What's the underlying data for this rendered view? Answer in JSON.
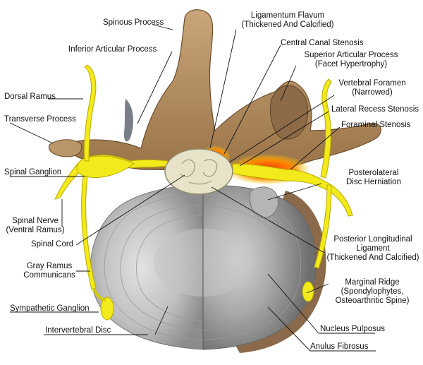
{
  "labels": {
    "spinous_process": "Spinous Process",
    "ligamentum_flavum": [
      "Ligamentum Flavum",
      "(Thickened And Calcified)"
    ],
    "inferior_articular_process": "Inferior Articular Process",
    "central_canal_stenosis": "Central Canal Stenosis",
    "superior_articular_process": [
      "Superior Articular Process",
      "(Facet Hypertrophy)"
    ],
    "dorsal_ramus": "Dorsal Ramus",
    "vertebral_foramen": [
      "Vertebral Foramen",
      "(Narrowed)"
    ],
    "transverse_process": "Transverse Process",
    "lateral_recess_stenosis": "Lateral Recess Stenosis",
    "foraminal_stenosis": "Foraminal Stenosis",
    "spinal_ganglion": "Spinal Ganglion",
    "posterolateral_disc_herniation": [
      "Posterolateral",
      "Disc Herniation"
    ],
    "spinal_nerve": [
      "Spinal Nerve",
      "(Ventral Ramus)"
    ],
    "posterior_longitudinal_ligament": [
      "Posterior Longitudinal",
      "Ligament",
      "(Thickened And Calcified)"
    ],
    "spinal_cord": "Spinal Cord",
    "gray_ramus_communicans": [
      "Gray Ramus",
      "Communicans"
    ],
    "marginal_ridge": [
      "Marginal Ridge",
      "(Spondylophytes,",
      "Osteoarthritic Spine)"
    ],
    "sympathetic_ganglion": "Sympathetic Ganglion",
    "intervertebral_disc": "Intervertebral Disc",
    "nucleus_pulposus": "Nucleus Pulposus",
    "anulus_fibrosus": "Anulus Fibrosus"
  },
  "colors": {
    "bone": "#b08a5c",
    "bone_dark": "#7a5a36",
    "osteophyte": "#8a6a4a",
    "nerve": "#f2ea1a",
    "nerve_outline": "#b9a800",
    "disc": "#c9c9c9",
    "disc_dark": "#8f8f8f",
    "inflammation": "#ff6a00",
    "cord": "#e8e3c8",
    "leader": "#111111"
  }
}
